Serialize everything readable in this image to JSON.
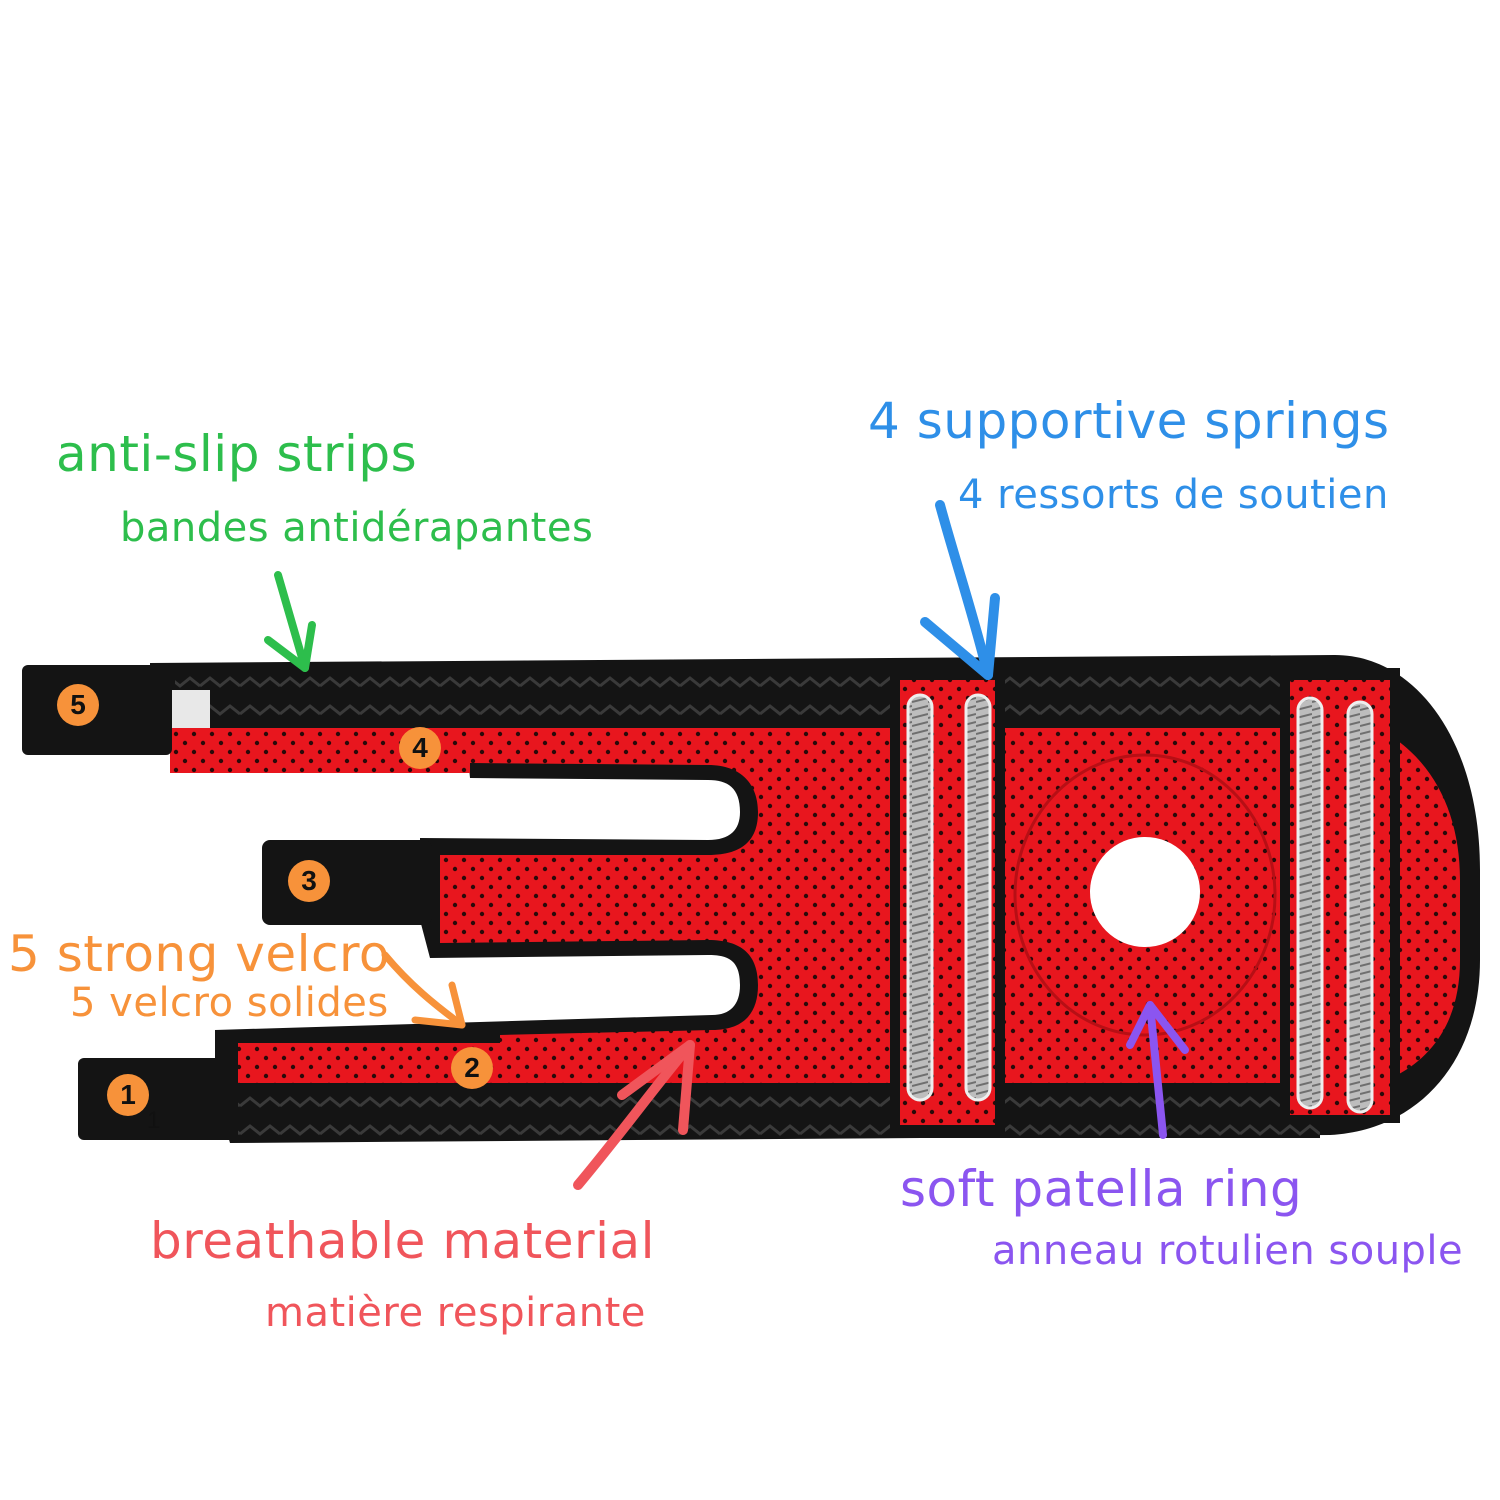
{
  "colors": {
    "green": "#2DBE4C",
    "blue": "#2E8FE8",
    "orange": "#F7923A",
    "red": "#F0555B",
    "purple": "#8B55F0",
    "brace_red": "#E8161E",
    "brace_black": "#141414"
  },
  "labels": {
    "anti_slip_en": "anti-slip strips",
    "anti_slip_fr": "bandes antidérapantes",
    "springs_en": "4 supportive springs",
    "springs_fr": "4 ressorts de soutien",
    "velcro_en": "5 strong velcro",
    "velcro_fr": "5 velcro solides",
    "breathable_en": "breathable  material",
    "breathable_fr": "matière respirante",
    "patella_en": "soft patella ring",
    "patella_fr": "anneau rotulien souple"
  },
  "badges": [
    "1",
    "2",
    "3",
    "4",
    "5"
  ],
  "stray_mark": "1"
}
